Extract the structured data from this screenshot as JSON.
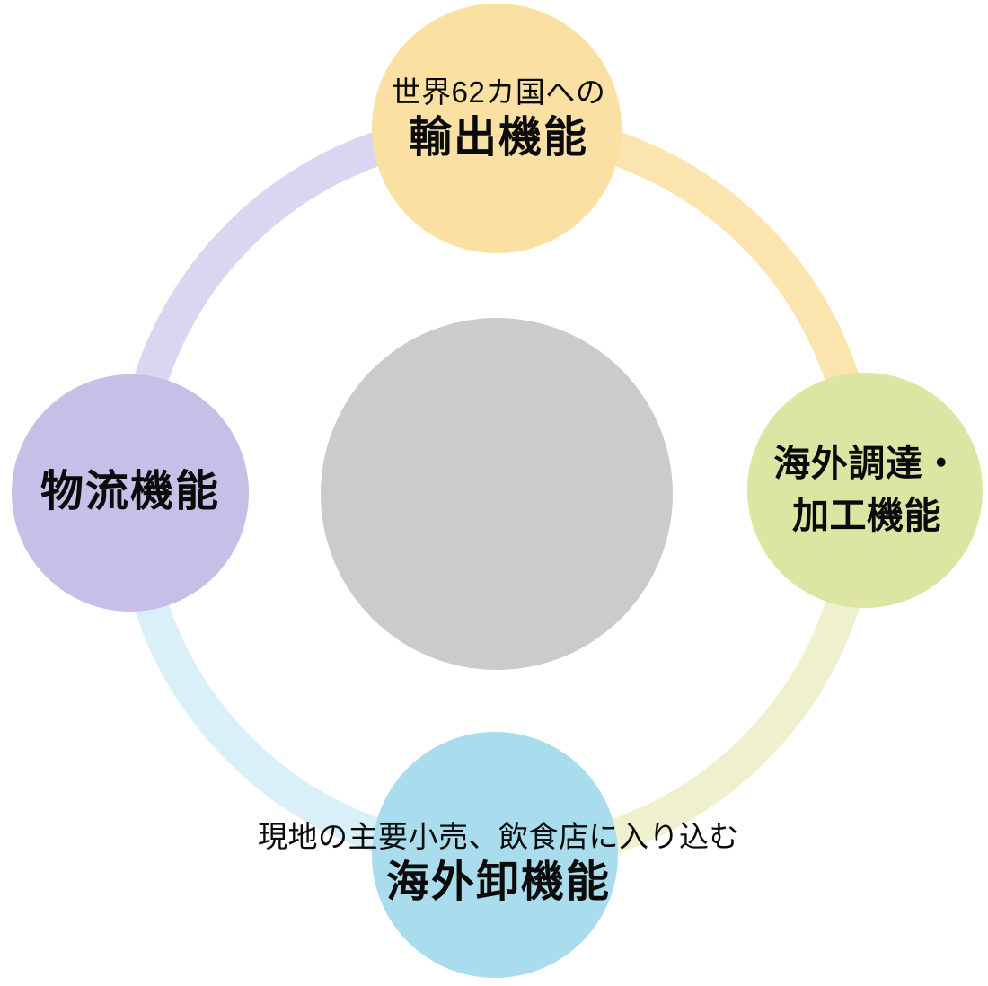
{
  "background_color": "#FFFFFF",
  "text_color": "#0B0B0B",
  "center_circle": {
    "color": "#CBCBCB"
  },
  "nodes": {
    "top": {
      "subtitle": "世界62カ国への",
      "title": "輸出機能",
      "circle_color": "#FBE0A4",
      "arc_color": "#FCE4AF"
    },
    "right": {
      "title_line1": "海外調達・",
      "title_line2": "加工機能",
      "circle_color": "#DDE5A3",
      "arc_color": "#EFF0CD"
    },
    "bottom": {
      "subtitle": "現地の主要小売、飲食店に入り込む",
      "title": "海外卸機能",
      "circle_color": "#A9DCEC",
      "arc_color": "#D9F0F8"
    },
    "left": {
      "title": "物流機能",
      "circle_color": "#C7BFE7",
      "arc_color": "#DAD5F1"
    }
  }
}
